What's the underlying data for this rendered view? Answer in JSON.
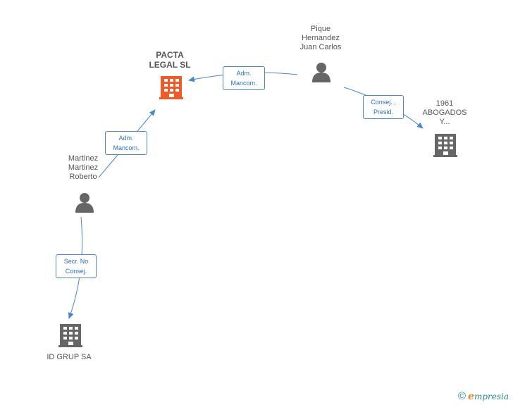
{
  "colors": {
    "edge": "#4a86c8",
    "company_main": "#f05a28",
    "company": "#666666",
    "person": "#666666"
  },
  "nodes": {
    "pacta": {
      "label": "PACTA\nLEGAL SL",
      "kind": "company",
      "highlight": true,
      "icon": "building-icon"
    },
    "pique": {
      "label": "Pique\nHernandez\nJuan Carlos",
      "kind": "person",
      "icon": "person-icon"
    },
    "abogados": {
      "label": "1961\nABOGADOS\nY...",
      "kind": "company",
      "icon": "building-icon"
    },
    "martinez": {
      "label": "Martinez\nMartinez\nRoberto",
      "kind": "person",
      "icon": "person-icon"
    },
    "idgrup": {
      "label": "ID GRUP SA",
      "kind": "company",
      "icon": "building-icon"
    }
  },
  "edges": {
    "pique_pacta": {
      "label": "Adm.\nMancom."
    },
    "pique_abogados": {
      "label": "Consej. ,\nPresid."
    },
    "martinez_pacta": {
      "label": "Adm.\nMancom."
    },
    "martinez_idgrup": {
      "label": "Secr.  No\nConsej."
    }
  },
  "brand": {
    "copyright": "©",
    "first_letter": "e",
    "rest": "mpresia"
  }
}
